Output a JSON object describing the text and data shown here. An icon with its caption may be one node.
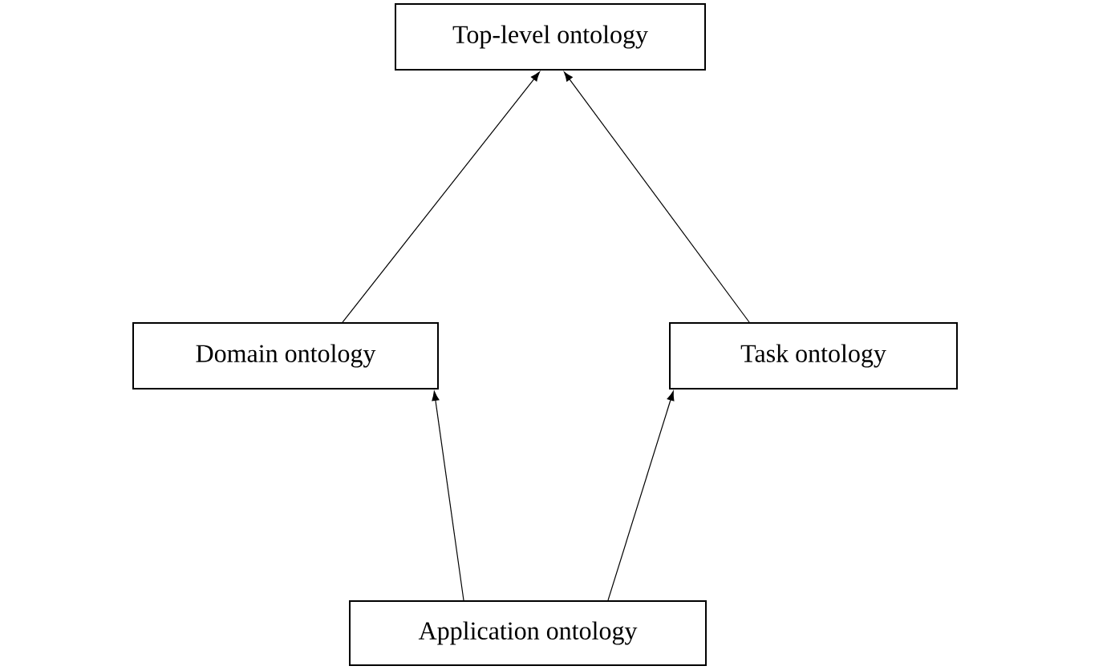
{
  "diagram": {
    "nodes": [
      {
        "text": [
          "Top-level ontology"
        ]
      },
      {
        "text": [
          "Domain ontology"
        ]
      },
      {
        "text": [
          "Task ontology"
        ]
      },
      {
        "text": [
          "Application ontology"
        ]
      }
    ],
    "edges": [
      {
        "from": 1,
        "to": 0,
        "arrow": "to"
      },
      {
        "from": 2,
        "to": 0,
        "arrow": "to"
      },
      {
        "from": 3,
        "to": 1,
        "arrow": "to"
      },
      {
        "from": 3,
        "to": 2,
        "arrow": "to"
      }
    ]
  }
}
